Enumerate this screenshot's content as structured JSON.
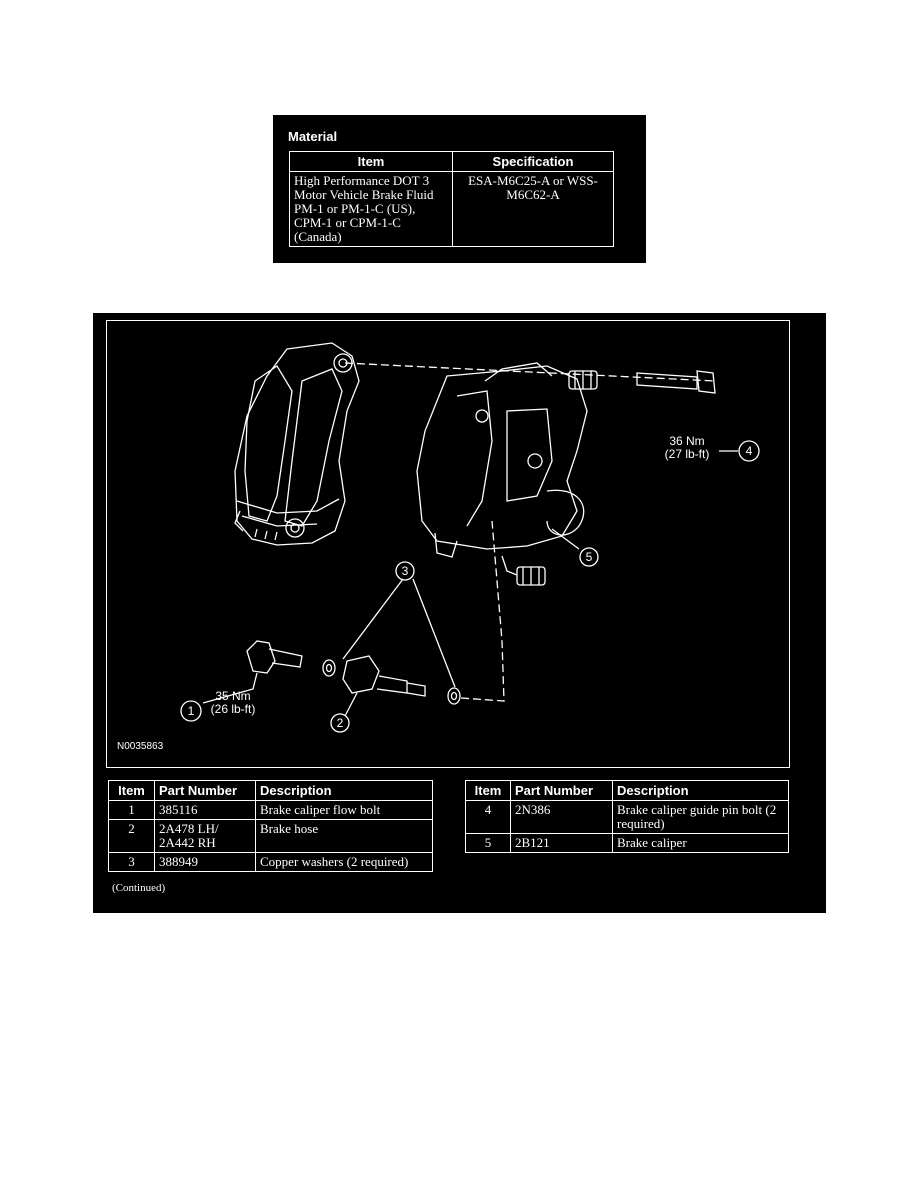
{
  "material": {
    "title": "Material",
    "headers": [
      "Item",
      "Specification"
    ],
    "rows": [
      {
        "item": "High Performance DOT 3 Motor Vehicle Brake Fluid PM-1 or PM-1-C (US), CPM-1 or CPM-1-C (Canada)",
        "spec": "ESA-M6C25-A or WSS-M6C62-A"
      }
    ]
  },
  "figure": {
    "ref": "N0035863",
    "callouts": {
      "c1": "1",
      "c2": "2",
      "c3": "3",
      "c4": "4",
      "c5": "5"
    },
    "torque": {
      "bolt4_nm": "36 Nm",
      "bolt4_lbft": "(27 lb-ft)",
      "bolt1_nm": "35 Nm",
      "bolt1_lbft": "(26 lb-ft)"
    }
  },
  "parts_left": {
    "headers": [
      "Item",
      "Part Number",
      "Description"
    ],
    "rows": [
      {
        "item": "1",
        "part": "385116",
        "desc": "Brake caliper flow bolt"
      },
      {
        "item": "2",
        "part": "2A478 LH/ 2A442 RH",
        "desc": "Brake hose"
      },
      {
        "item": "3",
        "part": "388949",
        "desc": "Copper washers (2 required)"
      }
    ]
  },
  "parts_right": {
    "headers": [
      "Item",
      "Part Number",
      "Description"
    ],
    "rows": [
      {
        "item": "4",
        "part": "2N386",
        "desc": "Brake caliper guide pin bolt (2 required)"
      },
      {
        "item": "5",
        "part": "2B121",
        "desc": "Brake caliper"
      }
    ]
  },
  "continued": "(Continued)"
}
